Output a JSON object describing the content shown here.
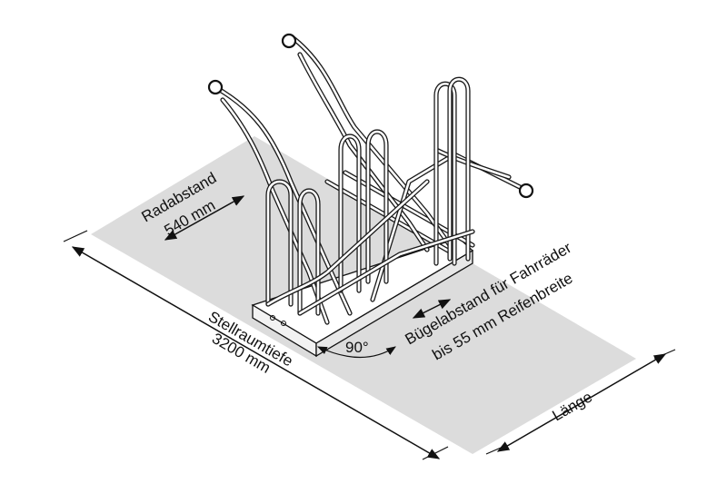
{
  "labels": {
    "radabstand": "Radabstand",
    "radabstand_value": "540 mm",
    "stellraumtiefe": "Stellraumtiefe",
    "stellraumtiefe_value": "3200 mm",
    "buegelabstand_line1": "Bügelabstand für Fahrräder",
    "buegelabstand_line2": "bis 55 mm Reifenbreite",
    "angle": "90°",
    "laenge": "Länge"
  },
  "colors": {
    "floor_area": "#dcdcdc",
    "line": "#111111",
    "tube_fill": "#ffffff"
  }
}
